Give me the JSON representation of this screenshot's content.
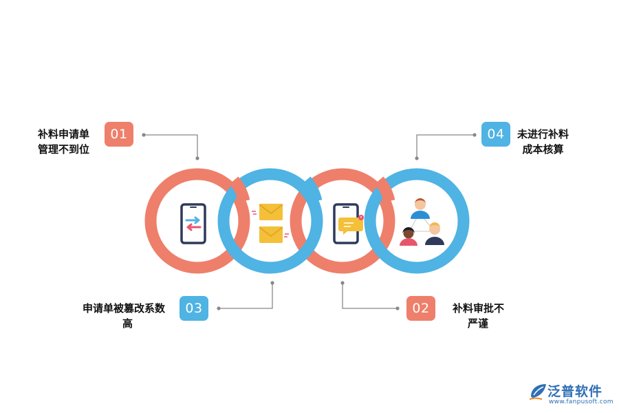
{
  "steps": [
    {
      "number": "01",
      "lines": [
        "补料申请单",
        "管理不到位"
      ]
    },
    {
      "number": "02",
      "lines": [
        "补料审批不",
        "严谨"
      ]
    },
    {
      "number": "03",
      "lines": [
        "申请单被篡改系数",
        "高"
      ]
    },
    {
      "number": "04",
      "lines": [
        "未进行补料",
        "成本核算"
      ]
    }
  ],
  "colors": {
    "ring_red": "#ee7f6b",
    "ring_blue": "#4fb3e3",
    "connector": "#888888",
    "brand": "#2f6fb5"
  },
  "icons": [
    "phone-transfer-icon",
    "envelope-icon",
    "phone-message-icon",
    "people-icon"
  ],
  "brand": {
    "name": "泛普软件",
    "url": "www.fanpusoft.com"
  }
}
